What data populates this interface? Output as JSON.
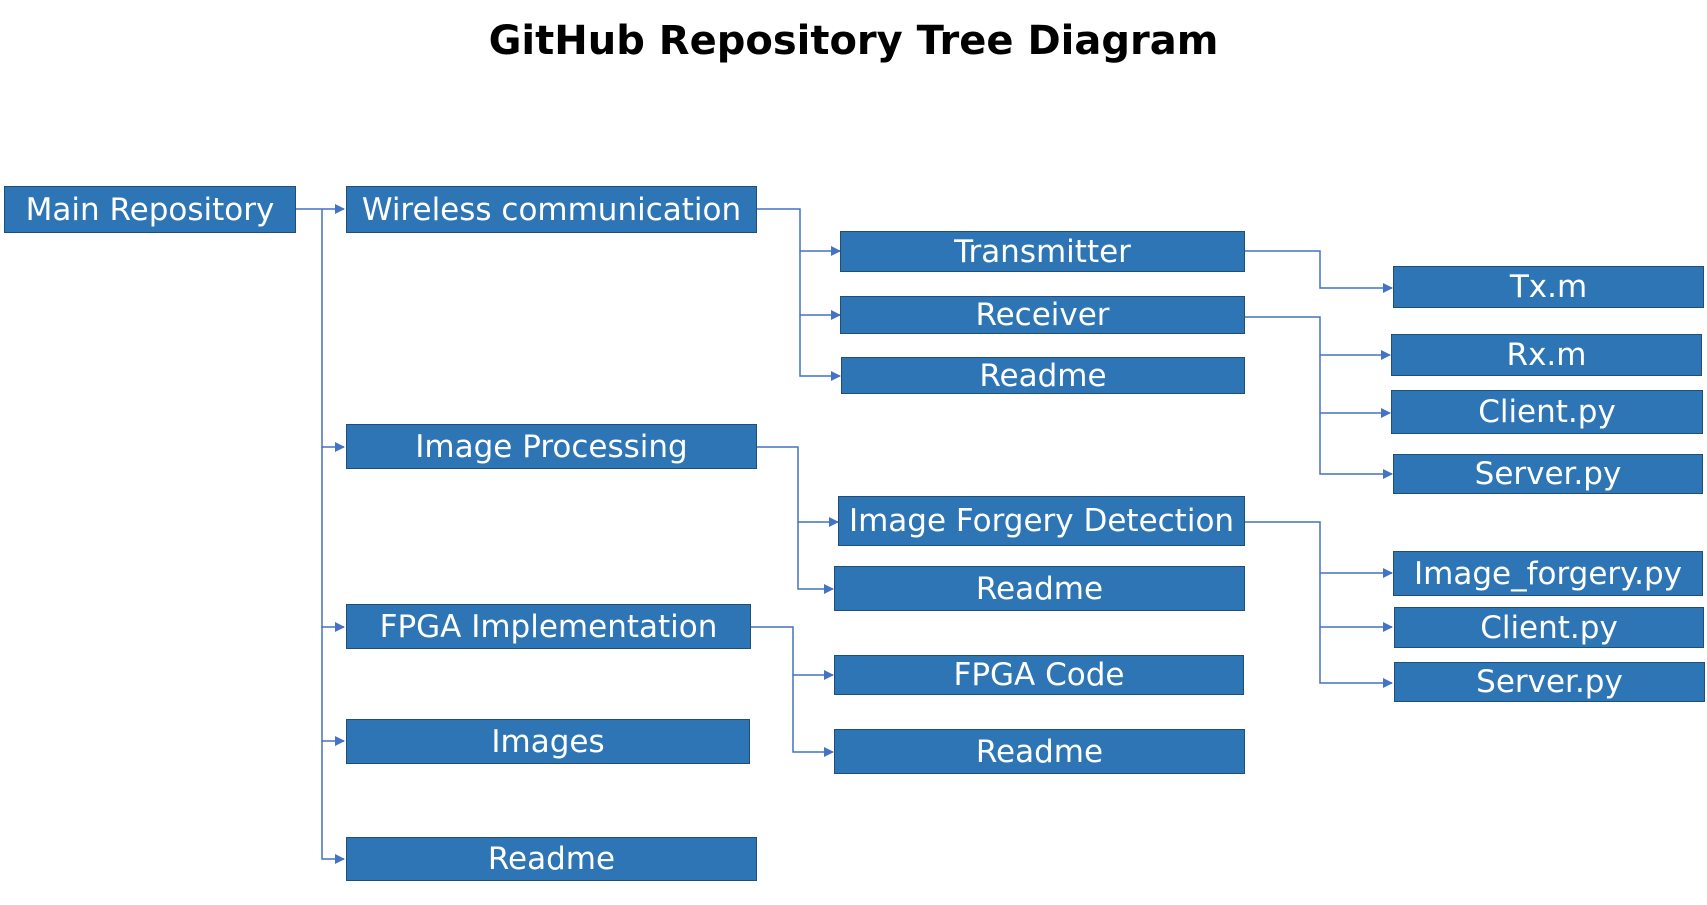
{
  "title": "GitHub Repository Tree Diagram",
  "colors": {
    "box_fill": "#2e75b6",
    "box_border": "#1f4e79",
    "connector": "#4472c4",
    "text": "#ffffff"
  },
  "nodes": {
    "main": "Main Repository",
    "wireless": "Wireless communication",
    "transmitter": "Transmitter",
    "tx": "Tx.m",
    "receiver": "Receiver",
    "rx": "Rx.m",
    "rx_client": "Client.py",
    "rx_server": "Server.py",
    "wireless_readme": "Readme",
    "image_processing": "Image Processing",
    "forgery_detection": "Image Forgery Detection",
    "forgery_py": "Image_forgery.py",
    "forgery_client": "Client.py",
    "forgery_server": "Server.py",
    "image_readme": "Readme",
    "fpga": "FPGA Implementation",
    "fpga_code": "FPGA Code",
    "fpga_readme": "Readme",
    "images": "Images",
    "root_readme": "Readme"
  }
}
